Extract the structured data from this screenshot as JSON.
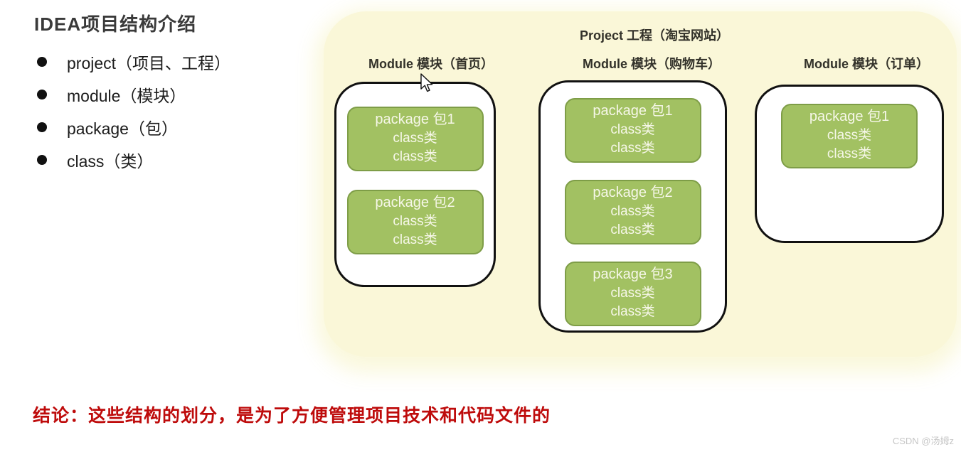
{
  "header": {
    "title": "IDEA项目结构介绍"
  },
  "bullets": [
    "project（项目、工程）",
    "module（模块）",
    "package（包）",
    "class（类）"
  ],
  "diagram": {
    "project_label": "Project 工程（淘宝网站）",
    "modules": [
      {
        "label": "Module 模块（首页）",
        "packages": [
          {
            "title": "package 包1",
            "classes": [
              "class类",
              "class类"
            ]
          },
          {
            "title": "package 包2",
            "classes": [
              "class类",
              "class类"
            ]
          }
        ]
      },
      {
        "label": "Module 模块（购物车）",
        "packages": [
          {
            "title": "package 包1",
            "classes": [
              "class类",
              "class类"
            ]
          },
          {
            "title": "package 包2",
            "classes": [
              "class类",
              "class类"
            ]
          },
          {
            "title": "package 包3",
            "classes": [
              "class类",
              "class类"
            ]
          }
        ]
      },
      {
        "label": "Module 模块（订单）",
        "packages": [
          {
            "title": "package 包1",
            "classes": [
              "class类",
              "class类"
            ]
          }
        ]
      }
    ]
  },
  "conclusion": "结论：这些结构的划分，是为了方便管理项目技术和代码文件的",
  "watermark": "CSDN @汤姆z",
  "icons": {
    "cursor": "mouse-arrow-pointer"
  },
  "colors": {
    "panel_bg": "#FAF7D8",
    "package_fill": "#A2C162",
    "package_border": "#7E9D47",
    "module_border": "#111111",
    "conclusion_red": "#BE0B0B"
  }
}
